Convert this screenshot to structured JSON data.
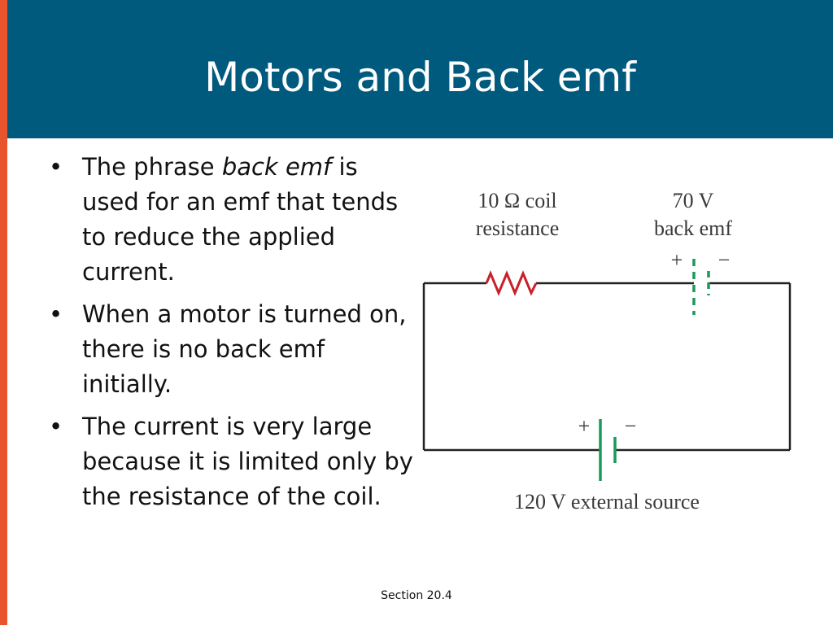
{
  "slide": {
    "title": "Motors and Back emf",
    "footer": "Section 20.4"
  },
  "bullets": [
    {
      "text_before": "The phrase ",
      "emphasis": "back emf",
      "text_after": " is used for an emf that tends to reduce the applied current."
    },
    {
      "text": "When a motor is turned on, there is no back emf initially."
    },
    {
      "text": "The current is very large because it is limited only by the resistance of the coil."
    }
  ],
  "diagram": {
    "resistor_label_line1": "10 Ω coil",
    "resistor_label_line2": "resistance",
    "back_emf_label_line1": "70 V",
    "back_emf_label_line2": "back emf",
    "back_emf_plus": "+",
    "back_emf_minus": "−",
    "source_plus": "+",
    "source_minus": "−",
    "source_label": "120 V external source",
    "colors": {
      "wire": "#222222",
      "resistor": "#c8202a",
      "battery": "#1a9a5a"
    }
  },
  "colors": {
    "header": "#005a7e",
    "accent": "#e8552d"
  }
}
